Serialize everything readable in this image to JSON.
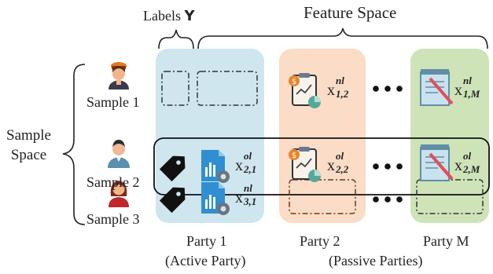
{
  "labels_y": "Labels",
  "labels_y_bold": "Y",
  "feature_space": "Feature Space",
  "sample_space": [
    "Sample",
    "Space"
  ],
  "samples": [
    "Sample 1",
    "Sample 2",
    "Sample 3"
  ],
  "party1": "Party 1",
  "party1_role": "(Active Party)",
  "party2": "Party 2",
  "partyM": "Party M",
  "passive_role": "(Passive Parties)",
  "feat_base": "x",
  "features": {
    "x12": {
      "sup": "nl",
      "sub": "1,2"
    },
    "x1M": {
      "sup": "nl",
      "sub": "1,M"
    },
    "x21": {
      "sup": "ol",
      "sub": "2,1"
    },
    "x22": {
      "sup": "ol",
      "sub": "2,2"
    },
    "x2M": {
      "sup": "ol",
      "sub": "2,M"
    },
    "x31": {
      "sup": "nl",
      "sub": "3,1"
    }
  },
  "ellipsis": "•••",
  "colors": {
    "party1_bg": "#cfe6ef",
    "party2_bg": "#fbdcc7",
    "partyM_bg": "#cfe3b8",
    "stroke": "#222222"
  }
}
